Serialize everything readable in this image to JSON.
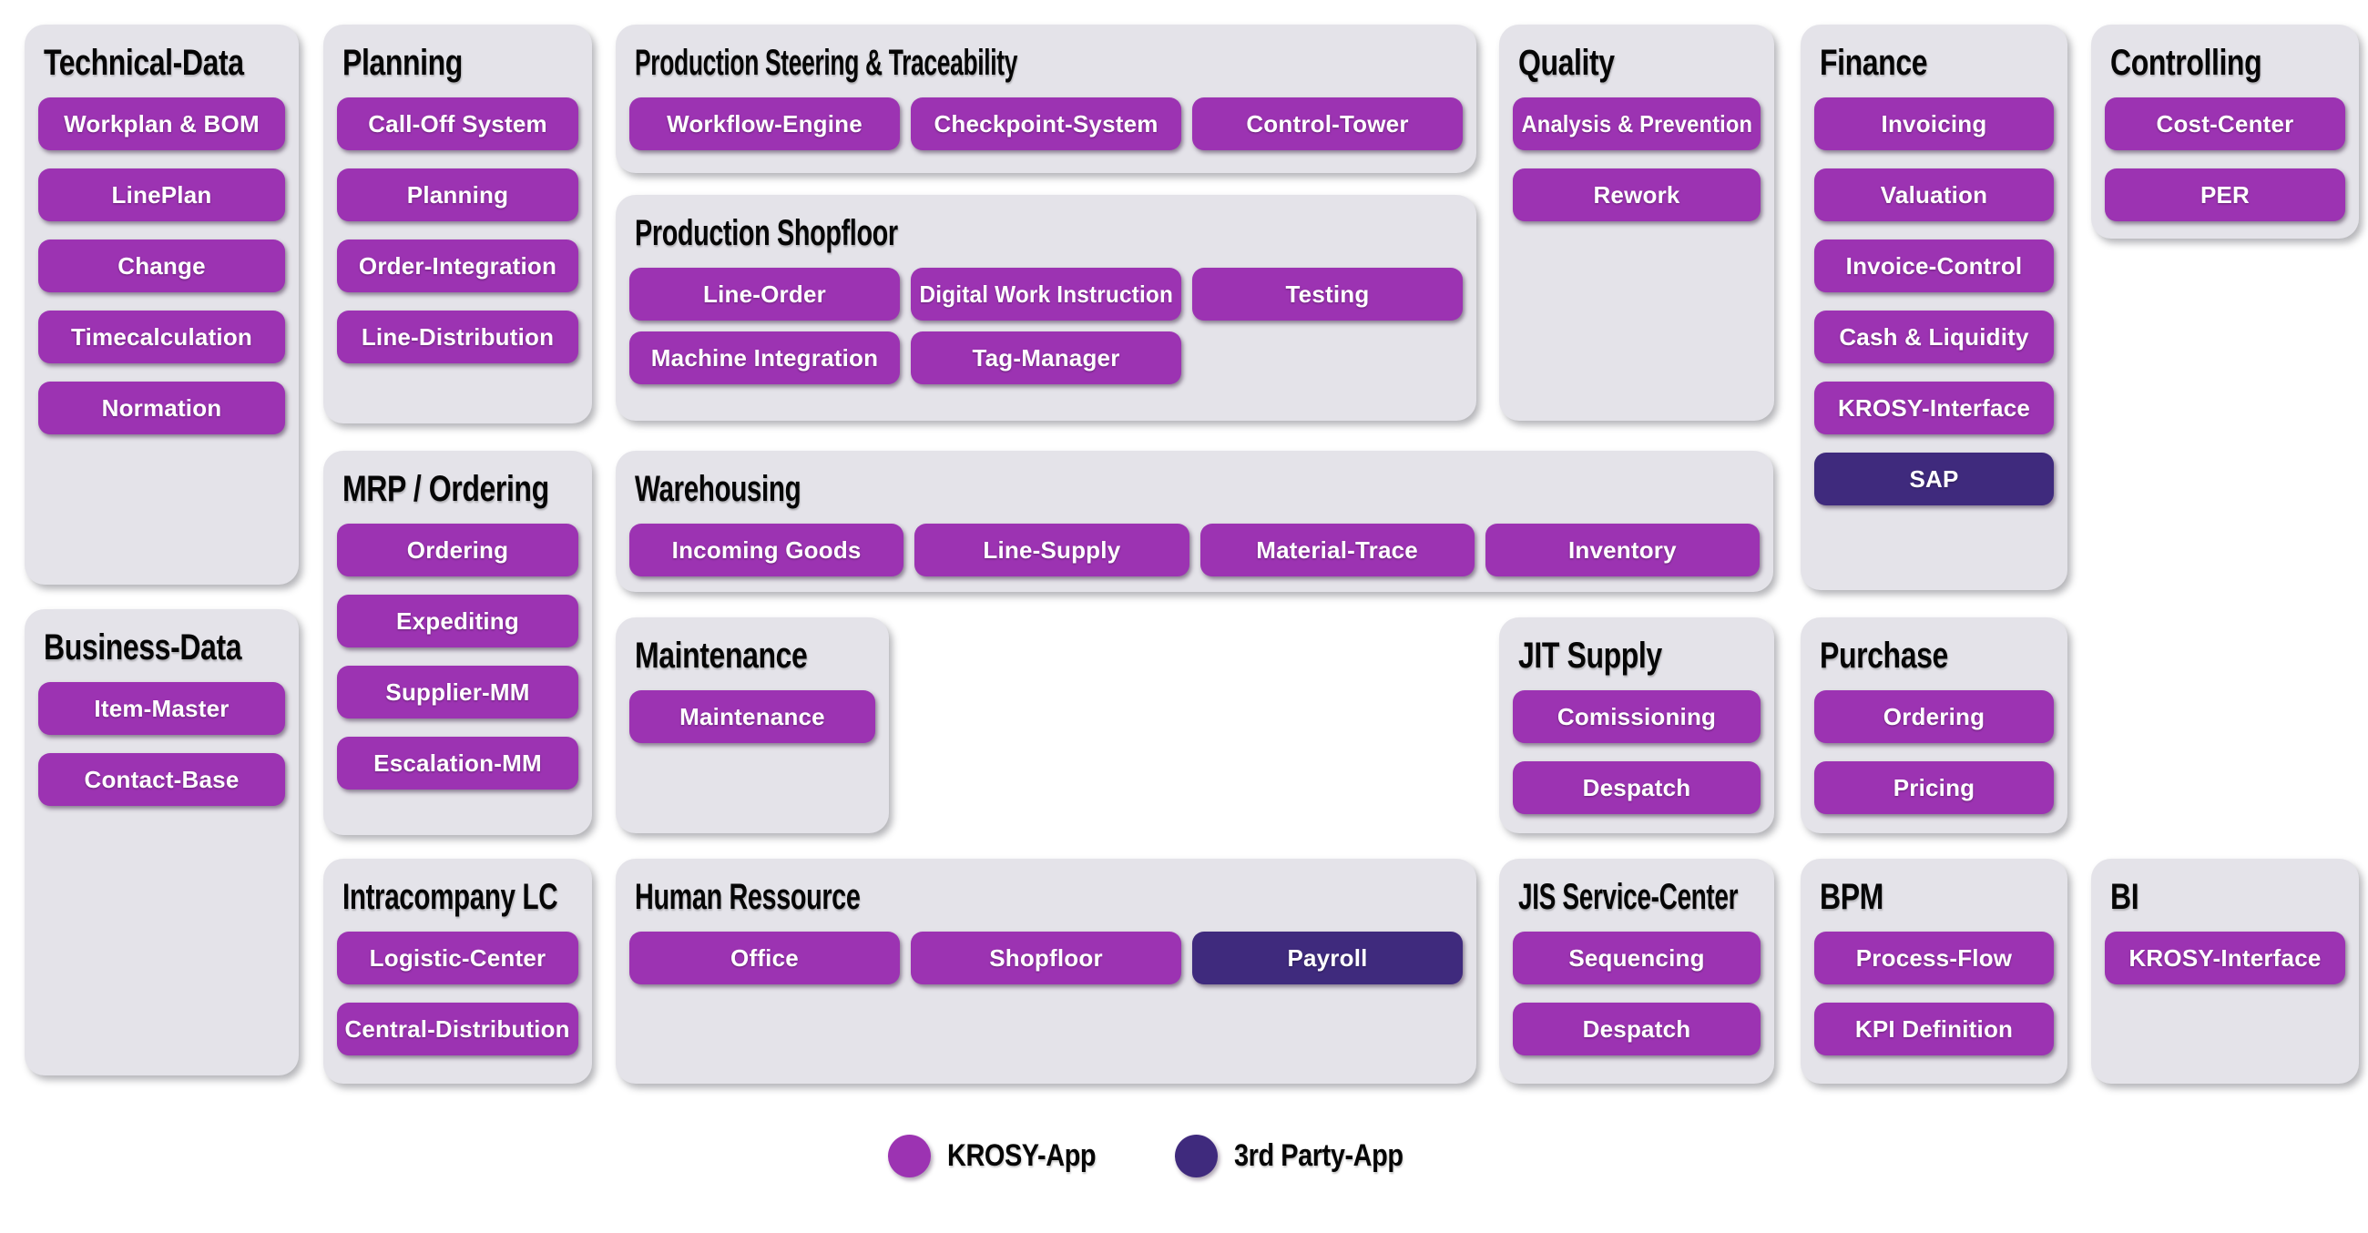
{
  "colors": {
    "krosy": "#9c33b2",
    "third": "#3f2a7d",
    "panel_bg": "#e4e3e9"
  },
  "panels": [
    {
      "id": "technical-data",
      "title": "Technical-Data",
      "apps": [
        {
          "label": "Workplan & BOM",
          "type": "krosy"
        },
        {
          "label": "LinePlan",
          "type": "krosy"
        },
        {
          "label": "Change",
          "type": "krosy"
        },
        {
          "label": "Timecalculation",
          "type": "krosy"
        },
        {
          "label": "Normation",
          "type": "krosy"
        }
      ]
    },
    {
      "id": "business-data",
      "title": "Business-Data",
      "apps": [
        {
          "label": "Item-Master",
          "type": "krosy"
        },
        {
          "label": "Contact-Base",
          "type": "krosy"
        }
      ]
    },
    {
      "id": "planning",
      "title": "Planning",
      "apps": [
        {
          "label": "Call-Off System",
          "type": "krosy"
        },
        {
          "label": "Planning",
          "type": "krosy"
        },
        {
          "label": "Order-Integration",
          "type": "krosy"
        },
        {
          "label": "Line-Distribution",
          "type": "krosy"
        }
      ]
    },
    {
      "id": "mrp-ordering",
      "title": "MRP / Ordering",
      "apps": [
        {
          "label": "Ordering",
          "type": "krosy"
        },
        {
          "label": "Expediting",
          "type": "krosy"
        },
        {
          "label": "Supplier-MM",
          "type": "krosy"
        },
        {
          "label": "Escalation-MM",
          "type": "krosy"
        }
      ]
    },
    {
      "id": "intracompany-lc",
      "title": "Intracompany LC",
      "apps": [
        {
          "label": "Logistic-Center",
          "type": "krosy"
        },
        {
          "label": "Central-Distribution",
          "type": "krosy"
        }
      ]
    },
    {
      "id": "production-steering",
      "title": "Production Steering & Traceability",
      "apps": [
        {
          "label": "Workflow-Engine",
          "type": "krosy"
        },
        {
          "label": "Checkpoint-System",
          "type": "krosy"
        },
        {
          "label": "Control-Tower",
          "type": "krosy"
        }
      ]
    },
    {
      "id": "production-shopfloor",
      "title": "Production Shopfloor",
      "apps": [
        {
          "label": "Line-Order",
          "type": "krosy"
        },
        {
          "label": "Digital Work Instruction",
          "type": "krosy"
        },
        {
          "label": "Testing",
          "type": "krosy"
        },
        {
          "label": "Machine Integration",
          "type": "krosy"
        },
        {
          "label": "Tag-Manager",
          "type": "krosy"
        }
      ]
    },
    {
      "id": "warehousing",
      "title": "Warehousing",
      "apps": [
        {
          "label": "Incoming Goods",
          "type": "krosy"
        },
        {
          "label": "Line-Supply",
          "type": "krosy"
        },
        {
          "label": "Material-Trace",
          "type": "krosy"
        },
        {
          "label": "Inventory",
          "type": "krosy"
        }
      ]
    },
    {
      "id": "maintenance",
      "title": "Maintenance",
      "apps": [
        {
          "label": "Maintenance",
          "type": "krosy"
        }
      ]
    },
    {
      "id": "human-ressource",
      "title": "Human Ressource",
      "apps": [
        {
          "label": "Office",
          "type": "krosy"
        },
        {
          "label": "Shopfloor",
          "type": "krosy"
        },
        {
          "label": "Payroll",
          "type": "third"
        }
      ]
    },
    {
      "id": "quality",
      "title": "Quality",
      "apps": [
        {
          "label": "Analysis & Prevention",
          "type": "krosy"
        },
        {
          "label": "Rework",
          "type": "krosy"
        }
      ]
    },
    {
      "id": "jit-supply",
      "title": "JIT Supply",
      "apps": [
        {
          "label": "Comissioning",
          "type": "krosy"
        },
        {
          "label": "Despatch",
          "type": "krosy"
        }
      ]
    },
    {
      "id": "jis-service-center",
      "title": "JIS Service-Center",
      "apps": [
        {
          "label": "Sequencing",
          "type": "krosy"
        },
        {
          "label": "Despatch",
          "type": "krosy"
        }
      ]
    },
    {
      "id": "finance",
      "title": "Finance",
      "apps": [
        {
          "label": "Invoicing",
          "type": "krosy"
        },
        {
          "label": "Valuation",
          "type": "krosy"
        },
        {
          "label": "Invoice-Control",
          "type": "krosy"
        },
        {
          "label": "Cash & Liquidity",
          "type": "krosy"
        },
        {
          "label": "KROSY-Interface",
          "type": "krosy"
        },
        {
          "label": "SAP",
          "type": "third"
        }
      ]
    },
    {
      "id": "purchase",
      "title": "Purchase",
      "apps": [
        {
          "label": "Ordering",
          "type": "krosy"
        },
        {
          "label": "Pricing",
          "type": "krosy"
        }
      ]
    },
    {
      "id": "bpm",
      "title": "BPM",
      "apps": [
        {
          "label": "Process-Flow",
          "type": "krosy"
        },
        {
          "label": "KPI Definition",
          "type": "krosy"
        }
      ]
    },
    {
      "id": "controlling",
      "title": "Controlling",
      "apps": [
        {
          "label": "Cost-Center",
          "type": "krosy"
        },
        {
          "label": "PER",
          "type": "krosy"
        }
      ]
    },
    {
      "id": "bi",
      "title": "BI",
      "apps": [
        {
          "label": "KROSY-Interface",
          "type": "krosy"
        }
      ]
    }
  ],
  "legend": {
    "items": [
      {
        "label": "KROSY-App",
        "type": "krosy"
      },
      {
        "label": "3rd Party-App",
        "type": "third"
      }
    ]
  }
}
